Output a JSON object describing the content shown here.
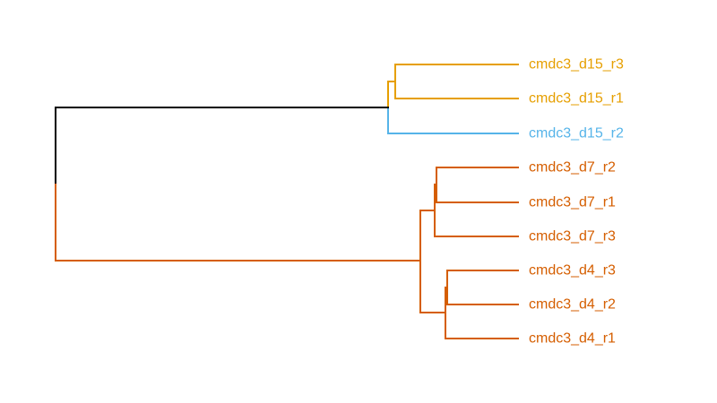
{
  "colors": {
    "root": "#000000",
    "orange": "#E69F00",
    "blue": "#56B4E9",
    "vermilion": "#D55E00"
  },
  "leaves": [
    {
      "label": "cmdc3_d15_r3",
      "color": "#E69F00"
    },
    {
      "label": "cmdc3_d15_r1",
      "color": "#E69F00"
    },
    {
      "label": "cmdc3_d15_r2",
      "color": "#56B4E9"
    },
    {
      "label": "cmdc3_d7_r2",
      "color": "#D55E00"
    },
    {
      "label": "cmdc3_d7_r1",
      "color": "#D55E00"
    },
    {
      "label": "cmdc3_d7_r3",
      "color": "#D55E00"
    },
    {
      "label": "cmdc3_d4_r3",
      "color": "#D55E00"
    },
    {
      "label": "cmdc3_d4_r2",
      "color": "#D55E00"
    },
    {
      "label": "cmdc3_d4_r1",
      "color": "#D55E00"
    }
  ]
}
